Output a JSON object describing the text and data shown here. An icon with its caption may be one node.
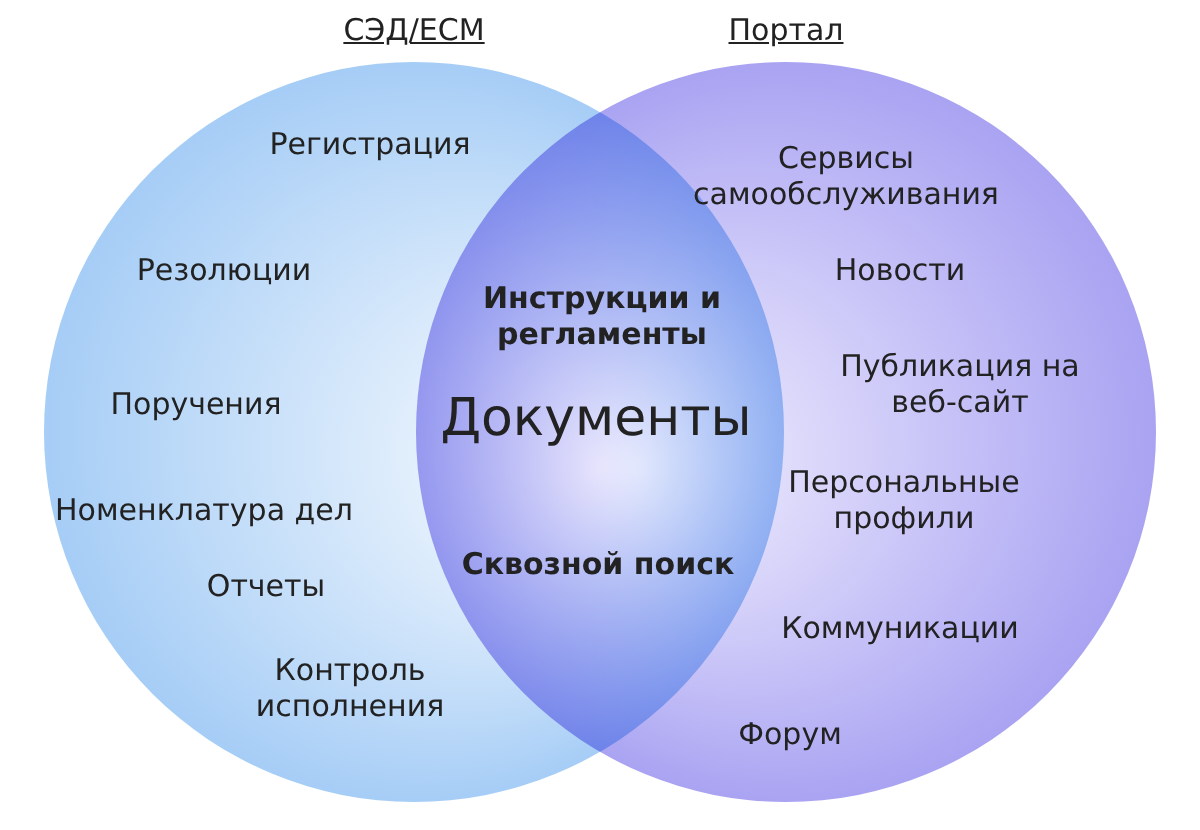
{
  "diagram": {
    "nodes": [
      {
        "text": [
          "СЭД/ECM"
        ]
      },
      {
        "text": [
          "Портал"
        ]
      }
    ],
    "labels": [
      "Регистрация",
      "Резолюции",
      "Поручения",
      "Номенклатура дел",
      "Отчеты",
      "Контроль исполнения",
      "Инструкции и регламенты",
      "Документы",
      "Сквозной поиск",
      "Сервисы самообслуживания",
      "Новости",
      "Публикация на веб-сайт",
      "Персональные профили",
      "Коммуникации",
      "Форум"
    ]
  }
}
